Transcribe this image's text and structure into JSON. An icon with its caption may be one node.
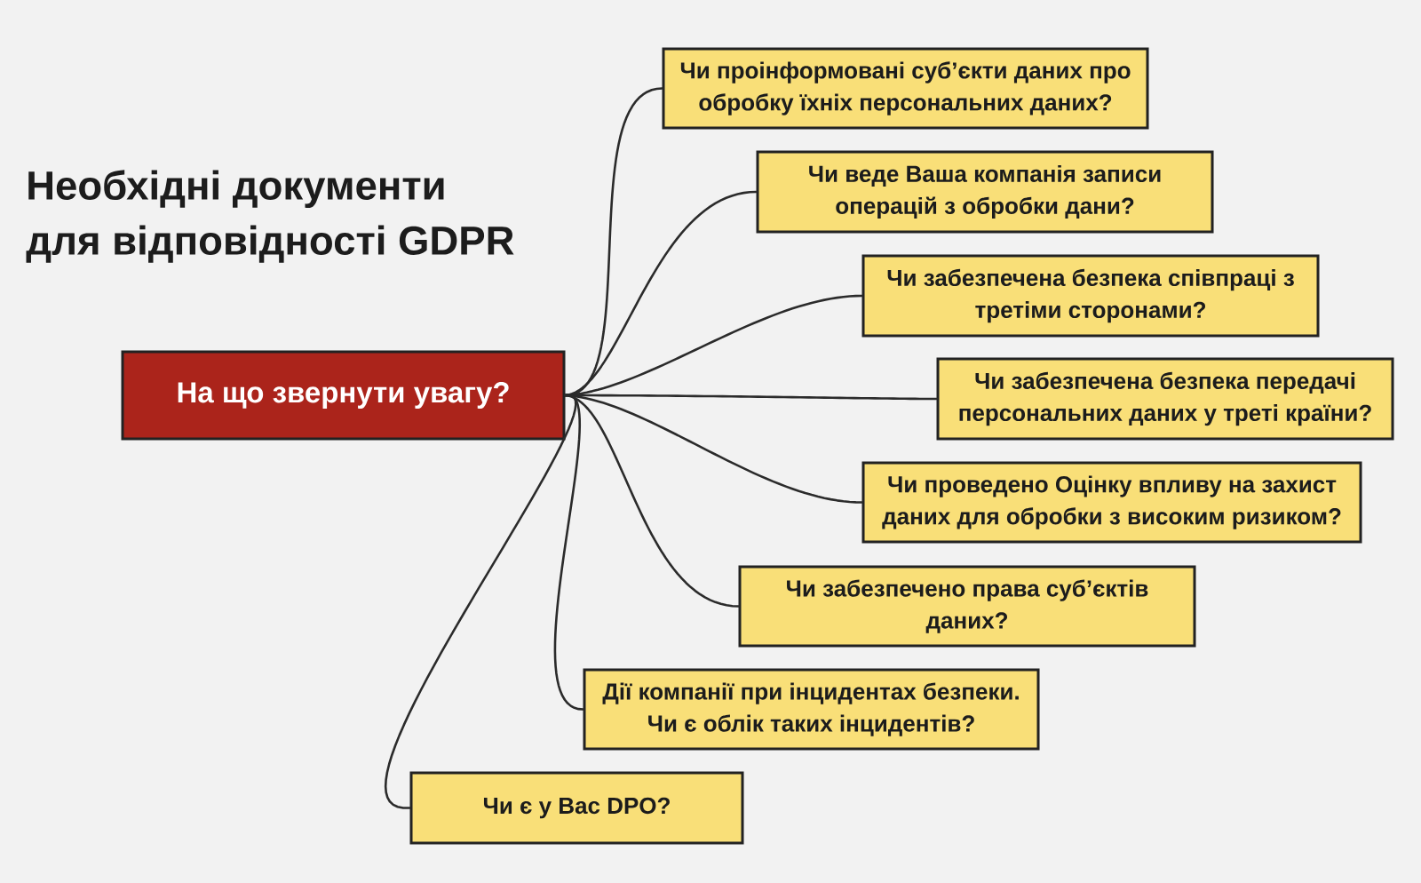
{
  "diagram": {
    "title": "Необхідні документи для відповідності GDPR",
    "nodes": [
      {
        "text": [
          "На що звернути увагу?"
        ]
      },
      {
        "text": [
          "Чи проінформовані суб’єкти даних про обробку їхніх персональних даних?"
        ]
      },
      {
        "text": [
          "Чи веде Ваша компанія записи операцій з обробки дани?"
        ]
      },
      {
        "text": [
          "Чи забезпечена безпека співпраці з третіми сторонами?"
        ]
      },
      {
        "text": [
          "Чи забезпечена безпека передачі персональних даних у треті країни?"
        ]
      },
      {
        "text": [
          "Чи проведено Оцінку впливу на захист даних для обробки з високим ризиком?"
        ]
      },
      {
        "text": [
          "Чи забезпечено права суб’єктів даних?"
        ]
      },
      {
        "text": [
          "Дії компанії при інцидентах безпеки. Чи є облік таких інцидентів?"
        ]
      },
      {
        "text": [
          "Чи є у Вас DPO?"
        ]
      }
    ],
    "edges": [
      {
        "from": 0,
        "to": 1,
        "arrow": "none"
      },
      {
        "from": 0,
        "to": 2,
        "arrow": "none"
      },
      {
        "from": 0,
        "to": 3,
        "arrow": "none"
      },
      {
        "from": 0,
        "to": 4,
        "arrow": "none"
      },
      {
        "from": 0,
        "to": 5,
        "arrow": "none"
      },
      {
        "from": 0,
        "to": 6,
        "arrow": "none"
      },
      {
        "from": 0,
        "to": 7,
        "arrow": "none"
      },
      {
        "from": 0,
        "to": 8,
        "arrow": "none"
      }
    ]
  }
}
